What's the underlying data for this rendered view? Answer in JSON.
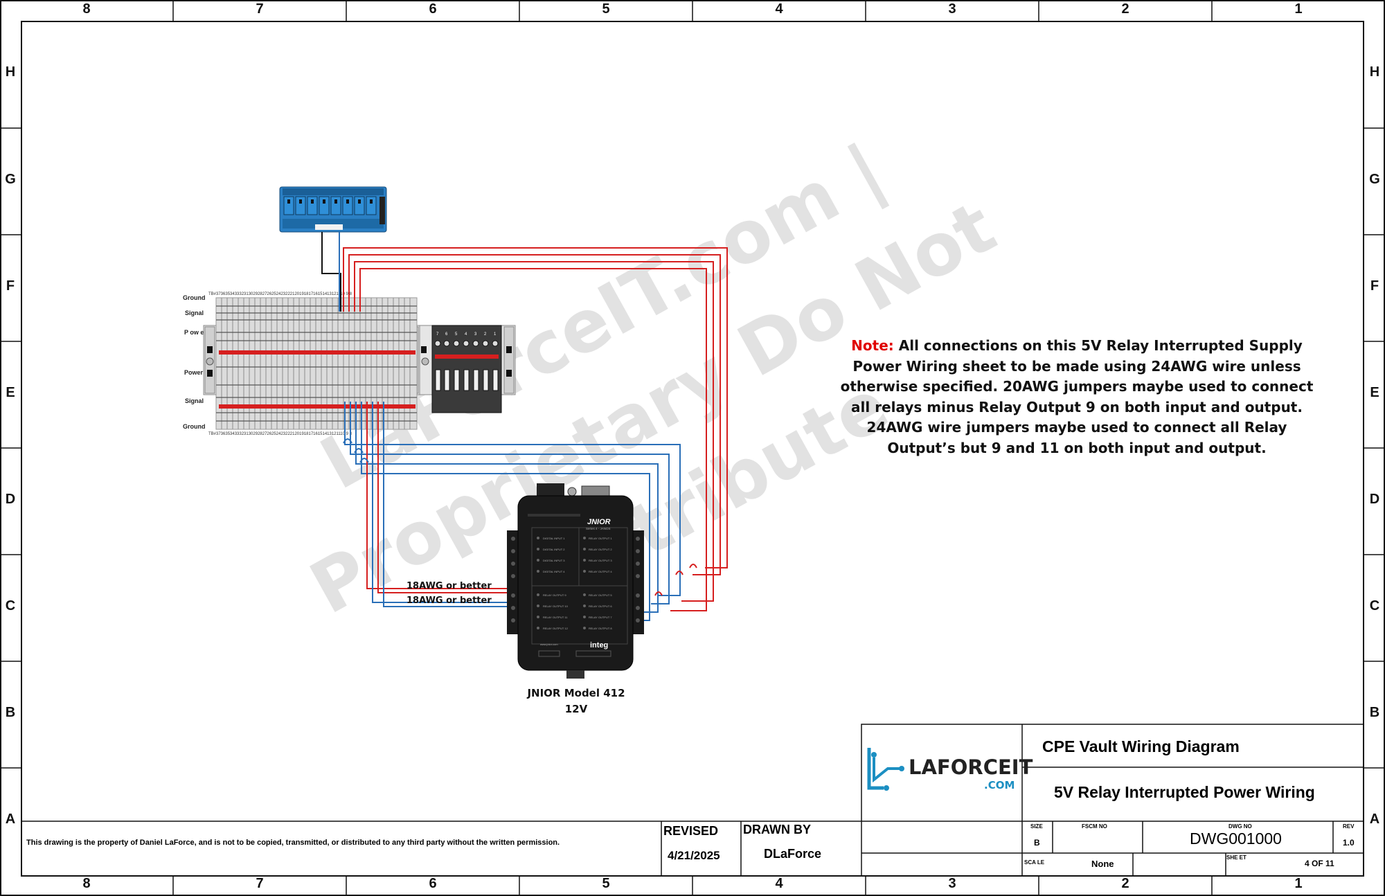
{
  "border": {
    "columns": [
      "8",
      "7",
      "6",
      "5",
      "4",
      "3",
      "2",
      "1"
    ],
    "rows": [
      "H",
      "G",
      "F",
      "E",
      "D",
      "C",
      "B",
      "A"
    ]
  },
  "watermark": {
    "line1": "LaForceIT.com |",
    "line2": "Proprietary Do Not",
    "line3": "Distribute"
  },
  "note": {
    "label": "Note:",
    "text": "All connections on this 5V Relay Interrupted Supply Power Wiring sheet to be made using 24AWG wire unless otherwise specified. 20AWG jumpers maybe used to connect all relays minus Relay Output 9 on both input and output. 24AWG wire jumpers maybe used to connect all Relay Output’s but 9 and 11 on both input and output."
  },
  "terminal_block": {
    "labels": [
      "Ground",
      "Signal",
      "P ow er",
      "Power",
      "Signal",
      "Ground"
    ],
    "numbers": "TB#37363534333231302928272625242322212019181716151413121110 9  8",
    "small_block_numbers": [
      "7",
      "6",
      "5",
      "4",
      "3",
      "2",
      "1"
    ]
  },
  "wire_labels": [
    "18AWG or better",
    "18AWG or better"
  ],
  "jnior": {
    "brand": "JNIOR",
    "series": "Series 4 - JANOS",
    "maker": "integ",
    "caption_model": "JNIOR Model 412",
    "caption_voltage": "12V",
    "digital_inputs": [
      "DIGITAL INPUT 1",
      "DIGITAL INPUT 2",
      "DIGITAL INPUT 3",
      "DIGITAL INPUT 4"
    ],
    "relay_left": [
      "RELAY OUTPUT 9",
      "RELAY OUTPUT 10",
      "RELAY OUTPUT 11",
      "RELAY OUTPUT 12"
    ],
    "relay_right_top": [
      "RELAY OUTPUT 1",
      "RELAY OUTPUT 2",
      "RELAY OUTPUT 3",
      "RELAY OUTPUT 4"
    ],
    "relay_right_bottom": [
      "RELAY OUTPUT 5",
      "RELAY OUTPUT 6",
      "RELAY OUTPUT 7",
      "RELAY OUTPUT 8"
    ],
    "url": "www.jnior.com"
  },
  "title_block": {
    "disclaimer": "This drawing is the property of Daniel LaForce, and is not to be copied, transmitted, or distributed to any third party without the written permission.",
    "revised_label": "REVISED",
    "revised_date": "4/21/2025",
    "drawn_by_label": "DRAWN BY",
    "drawn_by": "DLaForce",
    "logo_text": "LAFORCEIT",
    "logo_sub": ".COM",
    "title": "CPE Vault Wiring Diagram",
    "subtitle": "5V Relay Interrupted Power Wiring",
    "size_label": "SIZE",
    "size": "B",
    "fscm_label": "FSCM NO",
    "dwg_no_label": "DWG NO",
    "dwg_no": "DWG001000",
    "rev_label": "REV",
    "rev": "1.0",
    "scale_label": "SCA LE",
    "scale": "None",
    "sheet_label": "SHE ET",
    "sheet": "4 OF 11"
  },
  "colors": {
    "red_wire": "#d61f1f",
    "blue_wire": "#2a6fb8",
    "relay_board": "#2a7fc4",
    "jnior_body": "#1a1a1a",
    "logo": "#1c8fc2"
  }
}
